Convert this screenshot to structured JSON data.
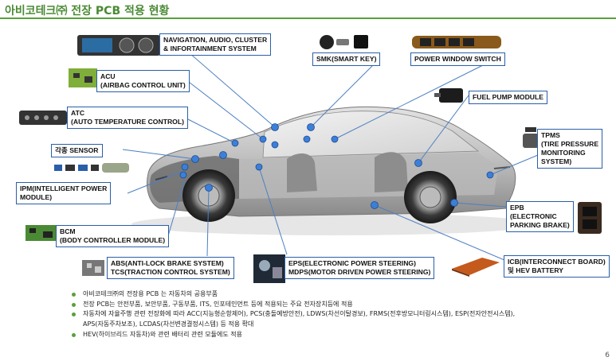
{
  "page": {
    "title": "아비코테크㈜ 전장 PCB 적용 현황",
    "page_number": "6"
  },
  "labels": {
    "nav": [
      "NAVIGATION, AUDIO, CLUSTER",
      "& INFORTAINMENT SYSTEM"
    ],
    "smk": [
      "SMK(SMART KEY)"
    ],
    "pws": [
      "POWER WINDOW SWITCH"
    ],
    "acu": [
      "ACU",
      "(AIRBAG CONTROL UNIT)"
    ],
    "fpm": [
      "FUEL PUMP MODULE"
    ],
    "atc": [
      "ATC",
      "(AUTO TEMPERATURE CONTROL)"
    ],
    "tpms": [
      "TPMS",
      "(TIRE PRESSURE",
      "MONITORING",
      "SYSTEM)"
    ],
    "sensor": [
      "각종 SENSOR"
    ],
    "ipm": [
      "IPM(INTELLIGENT POWER",
      "MODULE)"
    ],
    "epb": [
      "EPB",
      "(ELECTRONIC",
      "PARKING BRAKE)"
    ],
    "bcm": [
      "BCM",
      "(BODY CONTROLLER MODULE)"
    ],
    "icb": [
      "ICB(INTERCONNECT BOARD)",
      "및 HEV BATTERY"
    ],
    "abs": [
      "ABS(ANTI-LOCK BRAKE SYSTEM)",
      "TCS(TRACTION CONTROL SYSTEM)"
    ],
    "eps": [
      "EPS(ELECTRONIC POWER STEERING)",
      "MDPS(MOTOR DRIVEN POWER STEERING)"
    ]
  },
  "bullets": [
    "아비코테크㈜의 전장용 PCB 는 자동차의 공용부품",
    "전장 PCB는 안전부품, 보안부품, 구동부품, ITS, 인포테인먼트 등에 적용되는 주요 전자장치등에 적용",
    "자동차에 자율주행 관련 전장화에 따라 ACC(지능형순항제어), PCS(충돌예방안전), LDWS(차선이탈경보), FRMS(전후방모니터링시스템), ESP(전자안전시스템),",
    "HEV(하이브리드 자동차)와 관련 배터리 관련 모듈에도 적용"
  ],
  "bullet_continuation": "APS(자동주차보조), LCDAS(차선변경결정시스템) 등 적용 확대",
  "colors": {
    "accent_green": "#5aa03c",
    "label_border": "#2a5fa8",
    "marker": "#3d7fd6"
  }
}
